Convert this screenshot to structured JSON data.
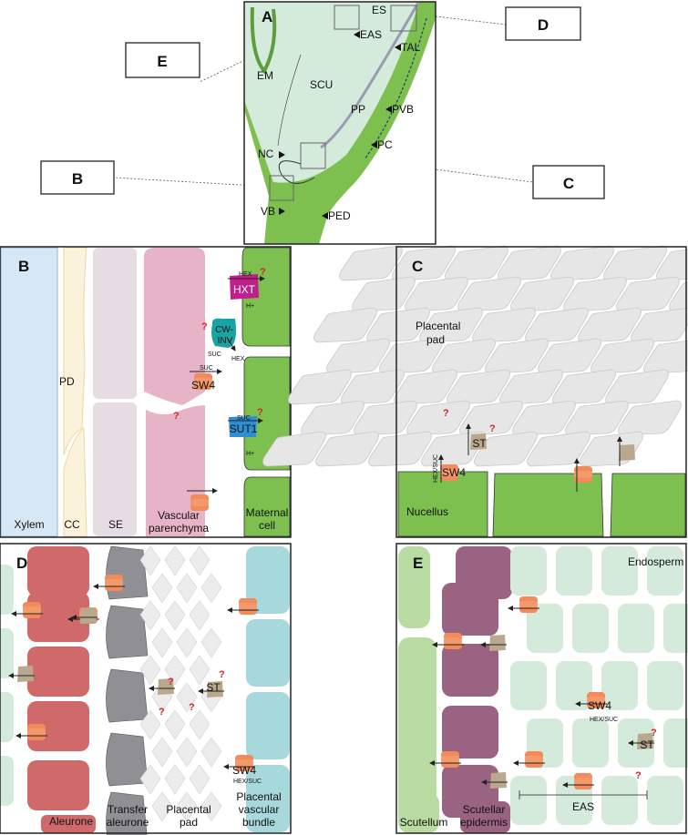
{
  "colors": {
    "endosperm": "#d4ebdc",
    "maternal": "#7dc04f",
    "pink": "#e7b3c6",
    "sw4": "#f28a5a",
    "st": "#b9a88e",
    "hxt": "#c0208c",
    "cwinv": "#1aa3a3",
    "sut1": "#2f8fd4",
    "aleurone": "#d06a6a",
    "transfer": "#8f8f94",
    "scutellar": "#9a6382",
    "xylem": "#d6e8f5",
    "cc": "#fbf2dc",
    "se": "#e6dde3"
  },
  "callouts": {
    "d": "D",
    "e": "E",
    "b": "B",
    "c": "C"
  },
  "panel_a": {
    "label": "A",
    "labels": [
      "ES",
      "EAS",
      "TAL",
      "EM",
      "SCU",
      "PP",
      "PVB",
      "PC",
      "NC",
      "VB",
      "PED"
    ]
  },
  "panel_b": {
    "label": "B",
    "cells": [
      "Xylem",
      "CC",
      "SE",
      "Vascular",
      "parenchyma",
      "Maternal",
      "cell"
    ],
    "pd": "PD",
    "hxt": "HXT",
    "hex": "HEX",
    "cwinv1": "CW-",
    "cwinv2": "INV",
    "suc": "SUC",
    "sw4": "SW4",
    "sut1": "SUT1",
    "hplus": "H+",
    "q": "?"
  },
  "panel_c": {
    "label": "C",
    "placental1": "Placental",
    "placental2": "pad",
    "nucellus": "Nucellus",
    "st": "ST",
    "sw4": "SW4",
    "hexsuc": "HEX/SUC",
    "q": "?"
  },
  "panel_d": {
    "label": "D",
    "st": "ST",
    "sw4": "SW4",
    "hexsuc": "HEX/SUC",
    "cells": [
      "Aleurone",
      "Transfer",
      "aleurone",
      "Placental",
      "pad",
      "Placental",
      "vascular",
      "bundle"
    ],
    "q": "?"
  },
  "panel_e": {
    "label": "E",
    "endosperm": "Endosperm",
    "sw4": "SW4",
    "hexsuc": "HEX/SUC",
    "st": "ST",
    "cells": [
      "Scutellum",
      "Scutellar",
      "epidermis",
      "EAS"
    ],
    "q": "?"
  }
}
